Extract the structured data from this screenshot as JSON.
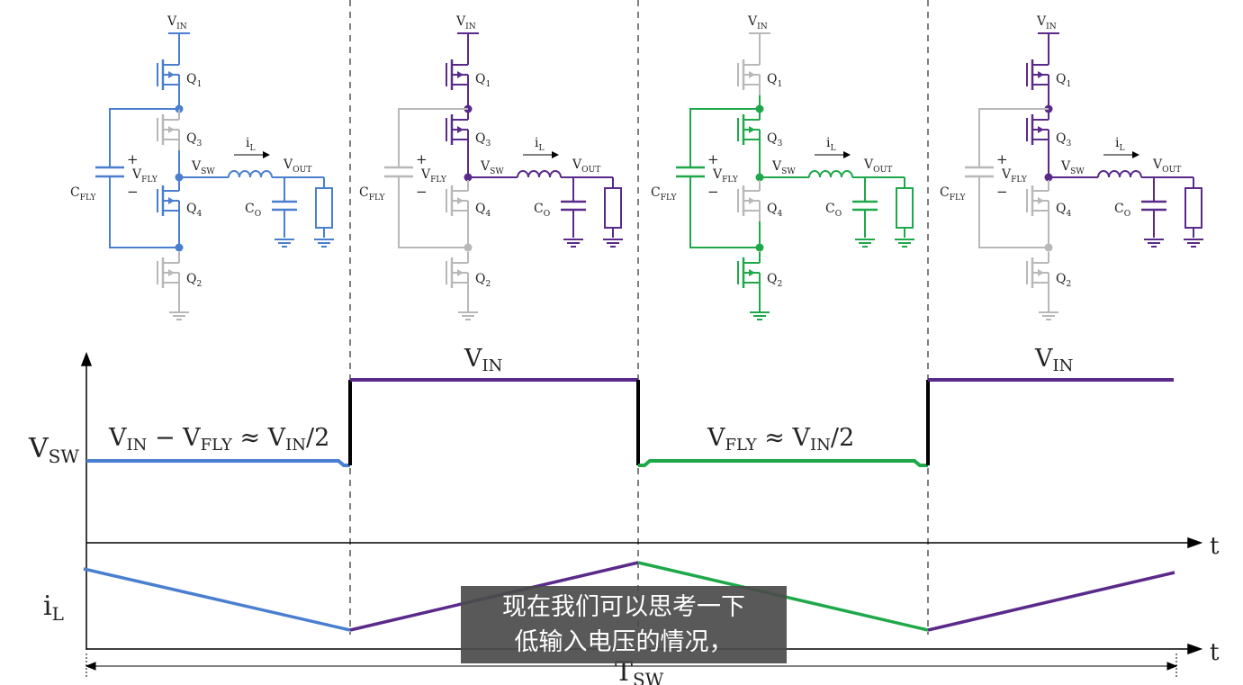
{
  "colors": {
    "blue": "#4a7fd0",
    "purple": "#5a2a8a",
    "green": "#1fa84a",
    "gray": "#b8b8b8",
    "black": "#000000"
  },
  "circuits": [
    {
      "id": "phase1",
      "color": "blue",
      "labels": {
        "vin": "V",
        "vin_sub": "IN",
        "q1": "Q",
        "q1_sub": "1",
        "q3": "Q",
        "q3_sub": "3",
        "q4": "Q",
        "q4_sub": "4",
        "q2": "Q",
        "q2_sub": "2",
        "il": "i",
        "il_sub": "L",
        "vsw": "V",
        "vsw_sub": "SW",
        "vout": "V",
        "vout_sub": "OUT",
        "cfly": "C",
        "cfly_sub": "FLY",
        "vfly": "V",
        "vfly_sub": "FLY",
        "co": "C",
        "co_sub": "O",
        "plus": "+",
        "minus": "−"
      }
    },
    {
      "id": "phase2",
      "color": "purple",
      "labels": {
        "vin": "V",
        "vin_sub": "IN",
        "q1": "Q",
        "q1_sub": "1",
        "q3": "Q",
        "q3_sub": "3",
        "q4": "Q",
        "q4_sub": "4",
        "q2": "Q",
        "q2_sub": "2",
        "il": "i",
        "il_sub": "L",
        "vsw": "V",
        "vsw_sub": "SW",
        "vout": "V",
        "vout_sub": "OUT",
        "cfly": "C",
        "cfly_sub": "FLY",
        "vfly": "V",
        "vfly_sub": "FLY",
        "co": "C",
        "co_sub": "O",
        "plus": "+",
        "minus": "−"
      }
    },
    {
      "id": "phase3",
      "color": "green",
      "labels": {
        "vin": "V",
        "vin_sub": "IN",
        "q1": "Q",
        "q1_sub": "1",
        "q3": "Q",
        "q3_sub": "3",
        "q4": "Q",
        "q4_sub": "4",
        "q2": "Q",
        "q2_sub": "2",
        "il": "i",
        "il_sub": "L",
        "vsw": "V",
        "vsw_sub": "SW",
        "vout": "V",
        "vout_sub": "OUT",
        "cfly": "C",
        "cfly_sub": "FLY",
        "vfly": "V",
        "vfly_sub": "FLY",
        "co": "C",
        "co_sub": "O",
        "plus": "+",
        "minus": "−"
      }
    },
    {
      "id": "phase4",
      "color": "purple",
      "labels": {
        "vin": "V",
        "vin_sub": "IN",
        "q1": "Q",
        "q1_sub": "1",
        "q3": "Q",
        "q3_sub": "3",
        "q4": "Q",
        "q4_sub": "4",
        "q2": "Q",
        "q2_sub": "2",
        "il": "i",
        "il_sub": "L",
        "vsw": "V",
        "vsw_sub": "SW",
        "vout": "V",
        "vout_sub": "OUT",
        "cfly": "C",
        "cfly_sub": "FLY",
        "vfly": "V",
        "vfly_sub": "FLY",
        "co": "C",
        "co_sub": "O",
        "plus": "+",
        "minus": "−"
      }
    }
  ],
  "waveform": {
    "vsw_axis": {
      "main": "V",
      "sub": "SW"
    },
    "il_axis": {
      "main": "i",
      "sub": "L"
    },
    "t_label": "t",
    "tsw": {
      "main": "T",
      "sub": "SW"
    },
    "phase1_label": {
      "a": "V",
      "a_sub": "IN",
      "b": " − V",
      "b_sub": "FLY",
      "c": " ≈ V",
      "c_sub": "IN",
      "d": "/2"
    },
    "phase2_label": {
      "a": "V",
      "a_sub": "IN"
    },
    "phase3_label": {
      "a": "V",
      "a_sub": "FLY",
      "c": " ≈ V",
      "c_sub": "IN",
      "d": "/2"
    },
    "phase4_label": {
      "a": "V",
      "a_sub": "IN"
    }
  },
  "subtitle": {
    "line1": "现在我们可以思考一下",
    "line2": "低输入电压的情况，"
  }
}
